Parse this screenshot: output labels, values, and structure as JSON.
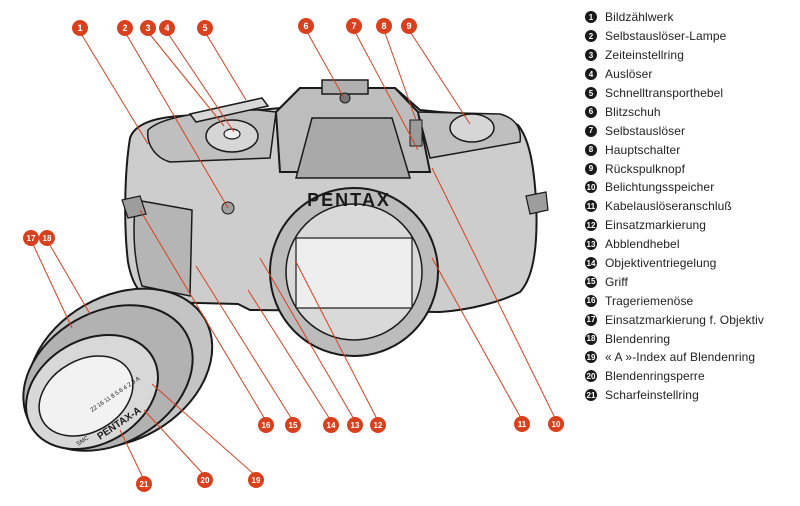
{
  "legend": [
    {
      "num": "1",
      "label": "Bildzählwerk"
    },
    {
      "num": "2",
      "label": "Selbstauslöser-Lampe"
    },
    {
      "num": "3",
      "label": "Zeiteinstellring"
    },
    {
      "num": "4",
      "label": "Auslöser"
    },
    {
      "num": "5",
      "label": "Schnelltransporthebel"
    },
    {
      "num": "6",
      "label": "Blitzschuh"
    },
    {
      "num": "7",
      "label": "Selbstauslöser"
    },
    {
      "num": "8",
      "label": "Hauptschalter"
    },
    {
      "num": "9",
      "label": "Rückspulknopf"
    },
    {
      "num": "10",
      "label": "Belichtungsspeicher"
    },
    {
      "num": "11",
      "label": "Kabelauslöseranschluß"
    },
    {
      "num": "12",
      "label": "Einsatzmarkierung"
    },
    {
      "num": "13",
      "label": "Abblendhebel"
    },
    {
      "num": "14",
      "label": "Objektiventriegelung"
    },
    {
      "num": "15",
      "label": "Griff"
    },
    {
      "num": "16",
      "label": "Trageriemenöse"
    },
    {
      "num": "17",
      "label": "Einsatzmarkierung f. Objektiv"
    },
    {
      "num": "18",
      "label": "Blendenring"
    },
    {
      "num": "19",
      "label": "« A »-Index auf Blendenring"
    },
    {
      "num": "20",
      "label": "Blendenringsperre"
    },
    {
      "num": "21",
      "label": "Scharfeinstellring"
    }
  ],
  "camera": {
    "brand": "PENTAX"
  },
  "lens": {
    "brand": "PENTAX-A",
    "prefix": "SMC",
    "ring_scale": "22 16 11 8 5.6 4 2.8 A"
  },
  "colors": {
    "callout": "#d9401e",
    "body": "#c9c9c9",
    "ink": "#1a1a1a"
  }
}
